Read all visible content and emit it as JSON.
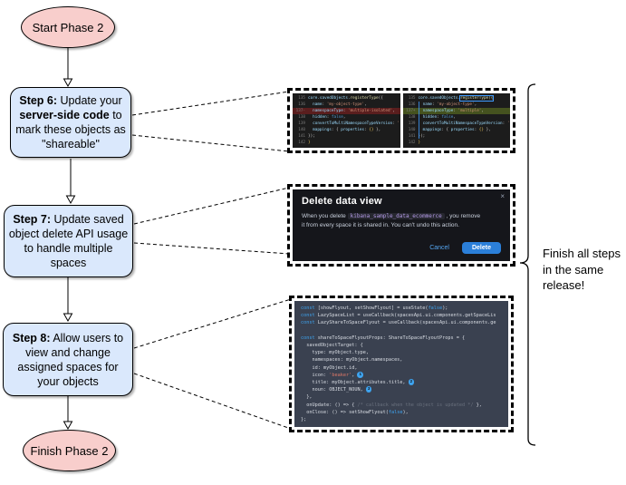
{
  "flow": {
    "start_label": "Start Phase 2",
    "finish_label": "Finish Phase 2",
    "step6": {
      "bold1": "Step 6:",
      "t1": " Update your ",
      "bold2": "server-side code",
      "t2": " to mark these objects as \"shareable\""
    },
    "step7": {
      "bold1": "Step 7:",
      "t1": " Update saved object delete API usage to handle multiple spaces"
    },
    "step8": {
      "bold1": "Step 8:",
      "t1": " Allow users to view and change assigned spaces for your objects"
    }
  },
  "annotation": {
    "brace_label": "Finish all steps in the same release!"
  },
  "panels": {
    "diff": {
      "left": [
        {
          "no": "135",
          "segs": [
            [
              "core.savedObjects.",
              "v"
            ],
            [
              "registerType",
              "fn"
            ],
            [
              "({",
              "p"
            ]
          ]
        },
        {
          "no": "136",
          "segs": [
            [
              "  name",
              "v"
            ],
            [
              ": ",
              "p"
            ],
            [
              "'my-object-type'",
              "s"
            ],
            [
              ",",
              "p"
            ]
          ]
        },
        {
          "no": "137-",
          "hl": "del",
          "segs": [
            [
              "  namespaceType",
              "v"
            ],
            [
              ": ",
              "p"
            ],
            [
              "'multiple-isolated'",
              "s"
            ],
            [
              ",",
              "p"
            ]
          ]
        },
        {
          "no": "138",
          "segs": [
            [
              "  hidden",
              "v"
            ],
            [
              ": ",
              "p"
            ],
            [
              "false",
              "b"
            ],
            [
              ",",
              "p"
            ]
          ]
        },
        {
          "no": "139",
          "segs": [
            [
              "  convertToMultiNamespaceTypeVersion",
              "v"
            ],
            [
              ": ",
              "p"
            ],
            [
              "'",
              "s"
            ]
          ]
        },
        {
          "no": "140",
          "segs": [
            [
              "  mappings",
              "v"
            ],
            [
              ": { ",
              "p"
            ],
            [
              "properties",
              "v"
            ],
            [
              ": ",
              "p"
            ],
            [
              "{}",
              "y"
            ],
            [
              " },",
              "p"
            ]
          ]
        },
        {
          "no": "141",
          "segs": [
            [
              "});",
              "p"
            ]
          ]
        },
        {
          "no": "142",
          "segs": [
            [
              "}",
              "y"
            ]
          ]
        }
      ],
      "right": [
        {
          "no": "135",
          "segs": [
            [
              "core.savedObjects.",
              "v"
            ],
            [
              "registerType({",
              "fn sel"
            ]
          ]
        },
        {
          "no": "136",
          "segs": [
            [
              "  name",
              "v"
            ],
            [
              ": ",
              "p"
            ],
            [
              "'my-object-type'",
              "s"
            ],
            [
              ",",
              "p"
            ]
          ]
        },
        {
          "no": "137+",
          "hl": "add",
          "segs": [
            [
              "  namespaceType",
              "v"
            ],
            [
              ": ",
              "p"
            ],
            [
              "'multiple'",
              "s"
            ],
            [
              ",",
              "p"
            ]
          ]
        },
        {
          "no": "138",
          "segs": [
            [
              "  hidden",
              "v"
            ],
            [
              ": ",
              "p"
            ],
            [
              "false",
              "b"
            ],
            [
              ",",
              "p"
            ]
          ]
        },
        {
          "no": "139",
          "segs": [
            [
              "  convertToMultiNamespaceTypeVersion",
              "v"
            ],
            [
              ": ",
              "p"
            ],
            [
              "'",
              "s"
            ]
          ]
        },
        {
          "no": "140",
          "segs": [
            [
              "  mappings",
              "v"
            ],
            [
              ": { ",
              "p"
            ],
            [
              "properties",
              "v"
            ],
            [
              ": ",
              "p"
            ],
            [
              "{}",
              "y"
            ],
            [
              " },",
              "p"
            ]
          ]
        },
        {
          "no": "141",
          "segs": [
            [
              "});",
              "p"
            ]
          ]
        },
        {
          "no": "142",
          "segs": [
            [
              "}",
              "y"
            ]
          ]
        }
      ]
    },
    "modal": {
      "title": "Delete data view",
      "close_icon": "×",
      "body_pre": "When you delete ",
      "code": "kibana_sample_data_ecommerce",
      "body_post": " , you remove it from every space it is shared in. You can't undo this action.",
      "cancel_label": "Cancel",
      "delete_label": "Delete"
    },
    "flyout_code": {
      "lines": [
        {
          "segs": [
            [
              "const",
              "kw"
            ],
            [
              " [showFlyout, setShowFlyout] = useState(",
              "p"
            ],
            [
              "false",
              "b"
            ],
            [
              ");",
              "p"
            ]
          ]
        },
        {
          "segs": [
            [
              "const",
              "kw"
            ],
            [
              " LazySpaceList = useCallback(spacesApi.ui.components.getSpaceLis",
              "p"
            ]
          ]
        },
        {
          "segs": [
            [
              "const",
              "kw"
            ],
            [
              " LazyShareToSpaceFlyout = useCallback(spacesApi.ui.components.ge",
              "p"
            ]
          ]
        },
        {
          "segs": [
            [
              " ",
              "p"
            ]
          ]
        },
        {
          "segs": [
            [
              "const",
              "kw"
            ],
            [
              " shareToSpaceFlyoutProps: ShareToSpaceFlyoutProps = {",
              "p"
            ]
          ]
        },
        {
          "segs": [
            [
              "  savedObjectTarget: {",
              "p"
            ]
          ]
        },
        {
          "segs": [
            [
              "    type: myObject.type,",
              "p"
            ]
          ]
        },
        {
          "segs": [
            [
              "    namespaces: myObject.namespaces,",
              "p"
            ]
          ]
        },
        {
          "segs": [
            [
              "    id: myObject.id,",
              "p"
            ]
          ]
        },
        {
          "segs": [
            [
              "    icon: ",
              "p"
            ],
            [
              "'beaker'",
              "s2"
            ],
            [
              ", ",
              "p"
            ],
            [
              "1",
              "bdg"
            ]
          ]
        },
        {
          "segs": [
            [
              "    title: myObject.attributes.title, ",
              "p"
            ],
            [
              "2",
              "bdg"
            ]
          ]
        },
        {
          "segs": [
            [
              "    noun: OBJECT_NOUN, ",
              "p"
            ],
            [
              "3",
              "bdg"
            ]
          ]
        },
        {
          "segs": [
            [
              "  },",
              "p"
            ]
          ]
        },
        {
          "segs": [
            [
              "  onUpdate: () => { ",
              "p"
            ],
            [
              "/* callback when the object is updated */",
              "cm"
            ],
            [
              " },",
              "p"
            ]
          ]
        },
        {
          "segs": [
            [
              "  onClose: () => setShowFlyout(",
              "p"
            ],
            [
              "false",
              "b"
            ],
            [
              "),",
              "p"
            ]
          ]
        },
        {
          "segs": [
            [
              "};",
              "p"
            ]
          ]
        }
      ]
    }
  },
  "colors": {
    "terminator_fill": "#f8cecc",
    "process_fill": "#dae8fc",
    "delete_button_blue": "#2b7fd9",
    "diff_removed_bg": "#5a1e1e",
    "diff_added_bg": "#45521f",
    "code_accent_blue": "#3ea4f0",
    "string_orange": "#ce9178"
  }
}
